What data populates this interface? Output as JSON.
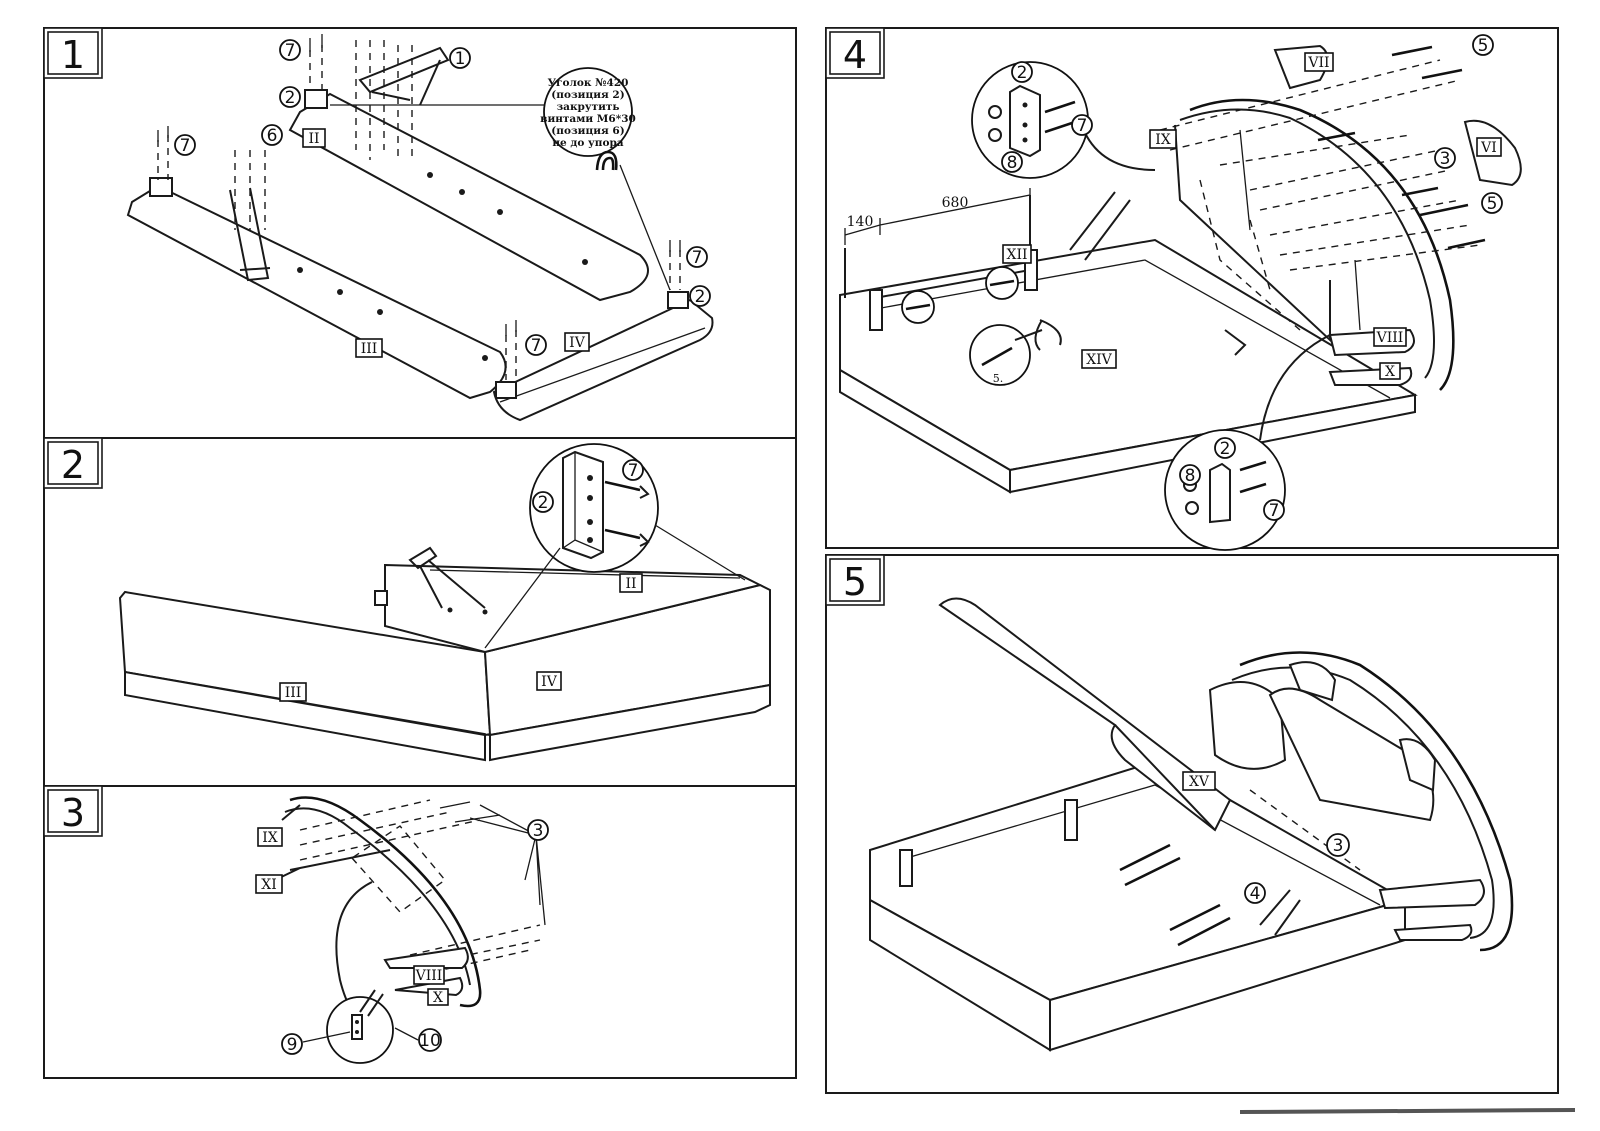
{
  "steps": [
    "1",
    "2",
    "3",
    "4",
    "5"
  ],
  "parts": {
    "II": "II",
    "III": "III",
    "IV": "IV",
    "VI": "VI",
    "VII": "VII",
    "VIII": "VIII",
    "IX": "IX",
    "X": "X",
    "XI": "XI",
    "XII": "XII",
    "XIV": "XIV",
    "XV": "XV"
  },
  "callouts": {
    "c1": "1",
    "c2": "2",
    "c3": "3",
    "c4": "4",
    "c5": "5",
    "c6": "6",
    "c7": "7",
    "c8": "8",
    "c9": "9",
    "c10": "10"
  },
  "note": {
    "line1": "Уголок №420",
    "line2": "(позиция 2)",
    "line3": "закрутить",
    "line4": "винтами М6*30",
    "line5": "(позиция 6)",
    "line6": "не до упора"
  },
  "dimensions": {
    "d140": "140",
    "d680": "680"
  },
  "detail_label": "5.",
  "colors": {
    "ink": "#1a1a1a",
    "paper": "#ffffff"
  }
}
